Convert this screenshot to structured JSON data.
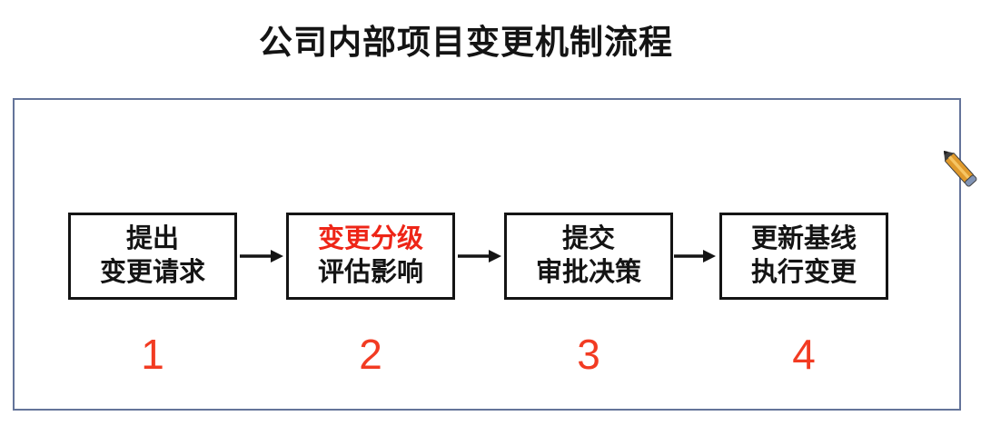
{
  "title": "公司内部项目变更机制流程",
  "flow": {
    "steps": [
      {
        "number": "1",
        "line1": "提出",
        "line2": "变更请求"
      },
      {
        "number": "2",
        "line1": "变更分级",
        "line2": "评估影响",
        "line1_emphasized": true
      },
      {
        "number": "3",
        "line1": "提交",
        "line2": "审批决策"
      },
      {
        "number": "4",
        "line1": "更新基线",
        "line2": "执行变更"
      }
    ]
  },
  "icons": {
    "pencil": "pencil-annotation-icon"
  },
  "colors": {
    "background": "#ffffff",
    "container_border": "#64749a",
    "box_border": "#141414",
    "text": "#141414",
    "emphasis": "#ee2517",
    "number": "#f23b22",
    "arrow": "#141414",
    "pencil_body": "#e09a2c",
    "pencil_dark": "#3f3f3f",
    "pencil_end": "#8194b5"
  }
}
